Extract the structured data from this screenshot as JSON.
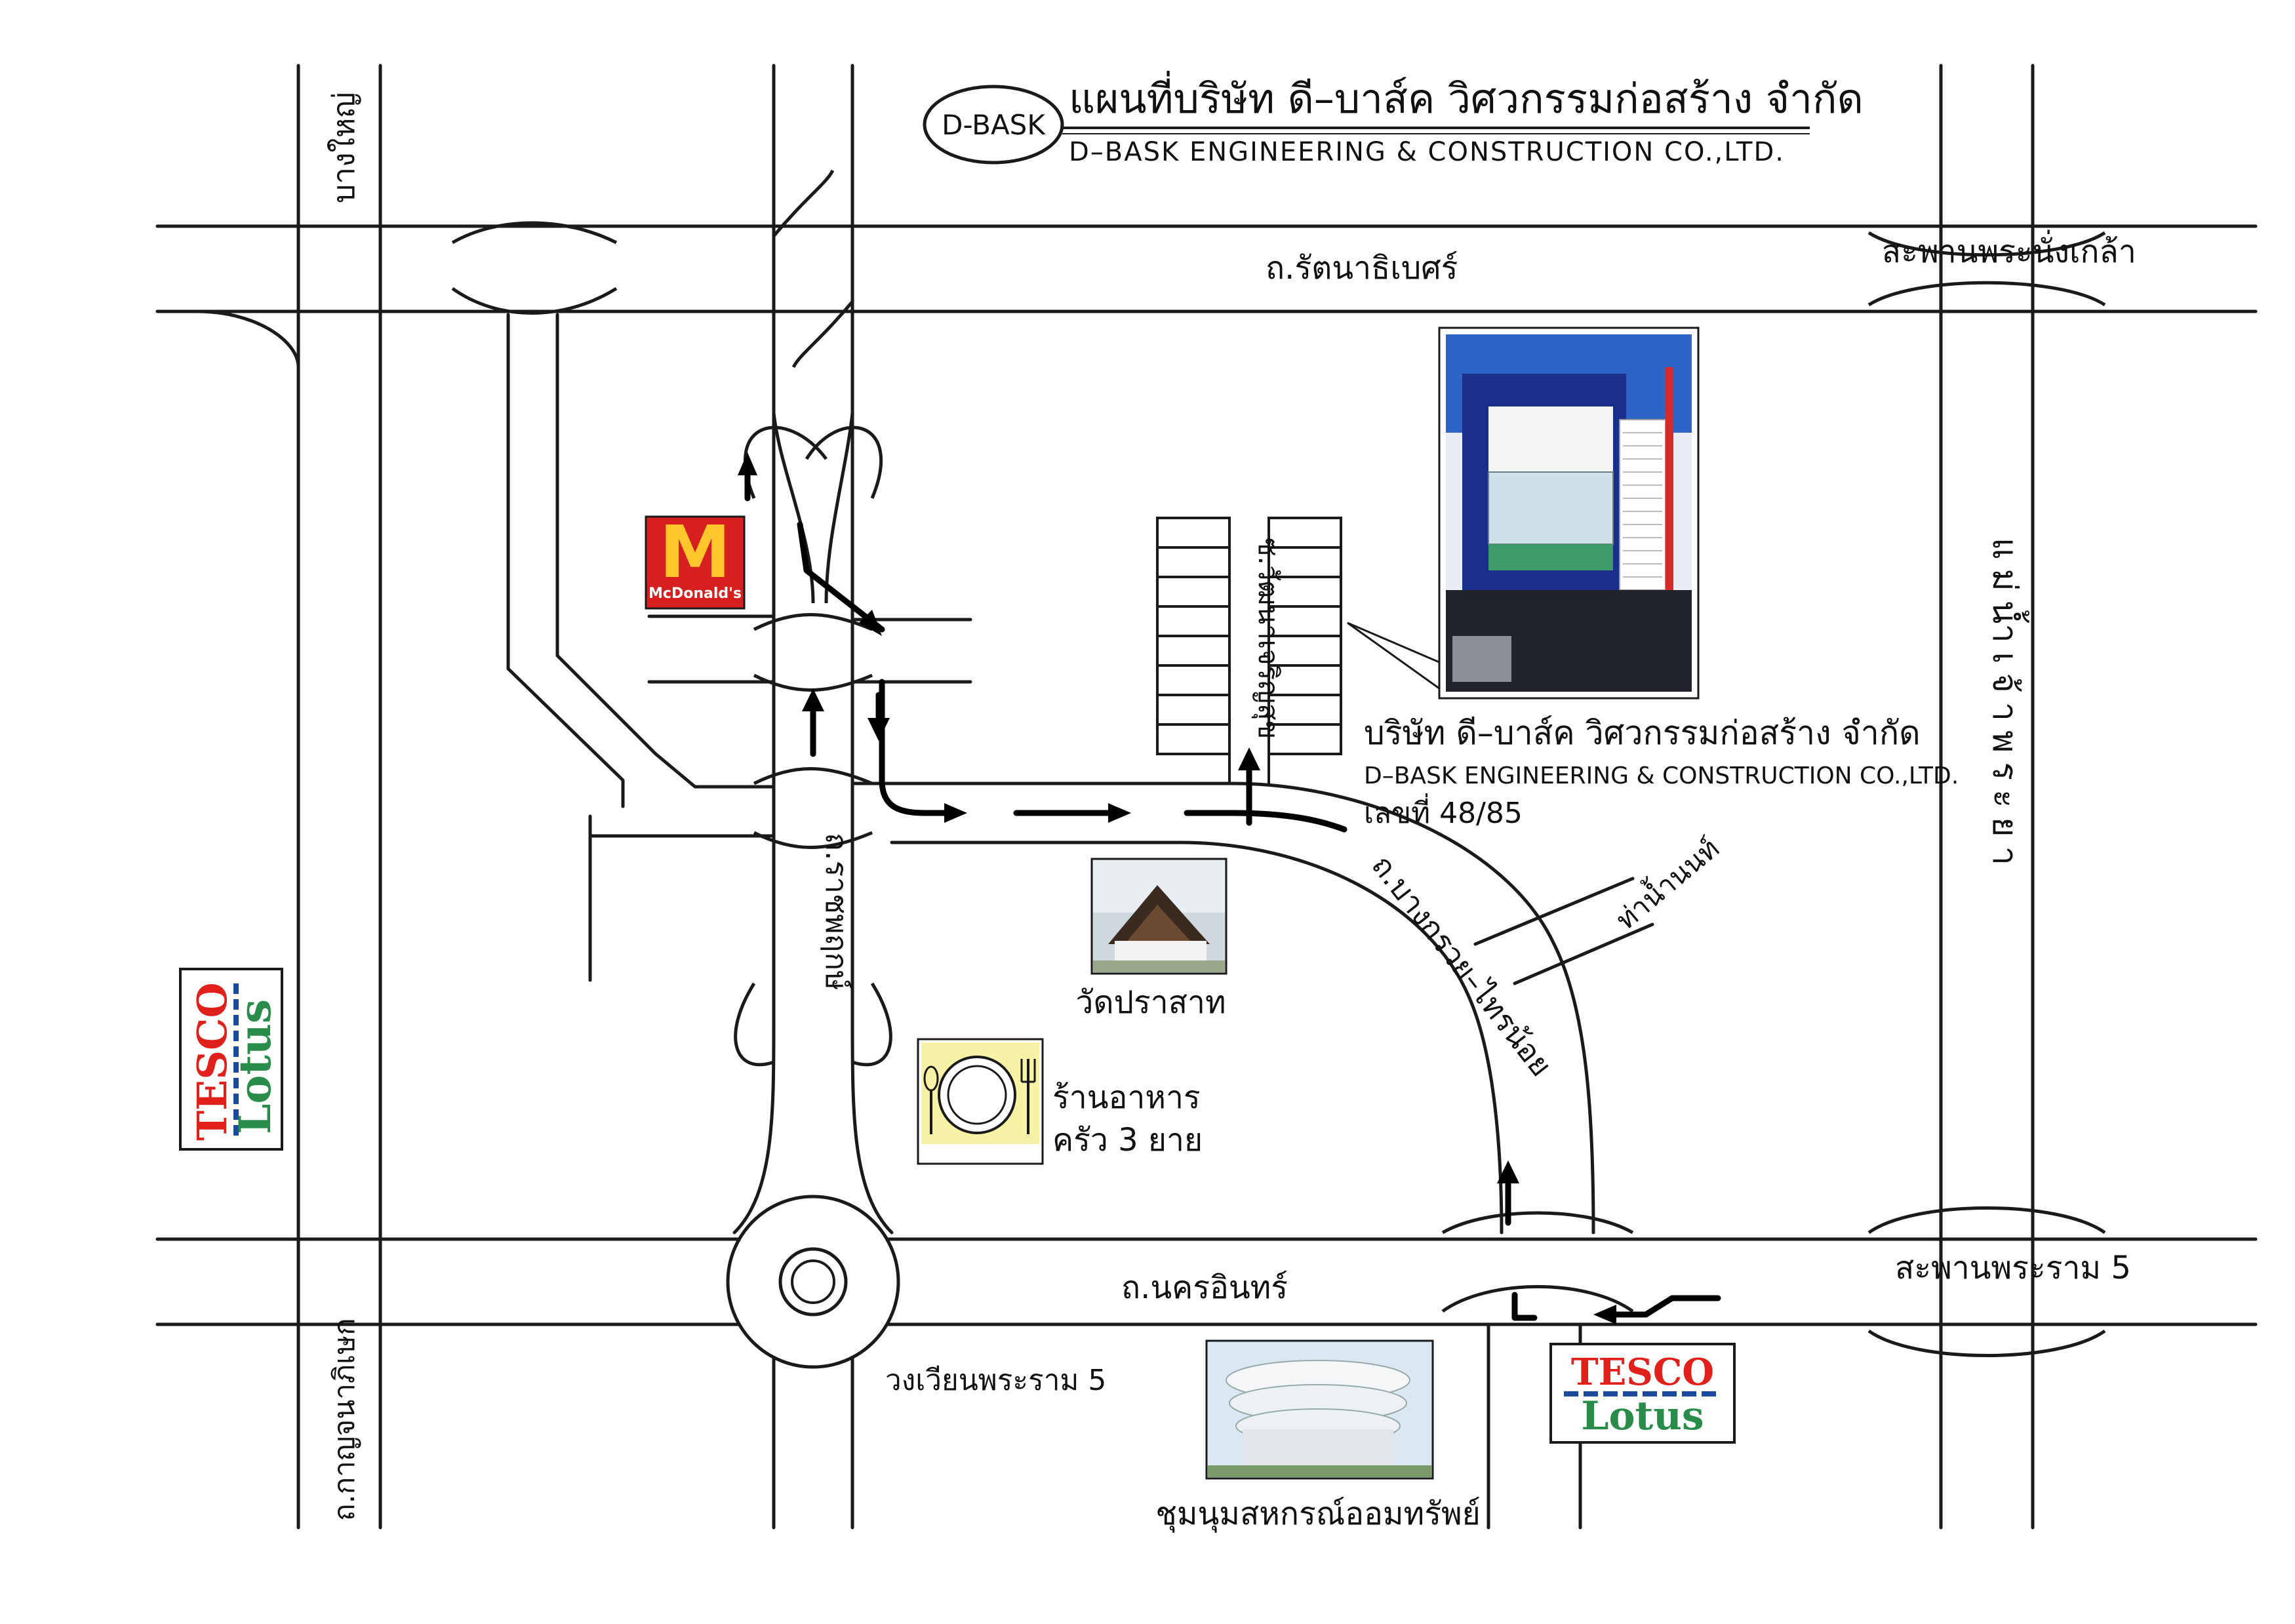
{
  "header": {
    "logo_text": "D-BASK",
    "title_th": "แผนที่บริษัท ดี–บาส์ค วิศวกรรมก่อสร้าง จำกัด",
    "title_en": "D–BASK ENGINEERING & CONSTRUCTION CO.,LTD."
  },
  "roads": {
    "rattanathibet": "ถ.รัตนาธิเบศร์",
    "nakhon_in": "ถ.นครอินทร์",
    "ratchaphruek": "ถ.ราชพฤกษ์",
    "bang_kruai_sai_noi": "ถ.บางกรวย–ไทรน้อย",
    "bang_yai": "บางใหญ่",
    "kanchanaphisek": "ถ.กาญจนาภิเษก",
    "chao_phraya_river": "แม่น้ำเจ้าพระยา",
    "soi_charoen": "ซ.วัฒนาเจริญสุข",
    "tha_nam_non": "ท่าน้ำนนท์"
  },
  "bridges": {
    "phra_nang_klao": "สะพานพระนั่งเกล้า",
    "rama_5": "สะพานพระราม 5"
  },
  "landmarks": {
    "wat_prasat": "วัดปราสาท",
    "restaurant_line1": "ร้านอาหาร",
    "restaurant_line2": "ครัว 3 ยาย",
    "roundabout": "วงเวียนพระราม 5",
    "cooperative": "ชุมนุมสหกรณ์ออมทรัพย์",
    "mcdonalds": "McDonald's",
    "mcdonalds_logo": "M",
    "tesco_1": "TESCO",
    "tesco_2": "Lotus"
  },
  "company": {
    "name_th": "บริษัท ดี–บาส์ค วิศวกรรมก่อสร้าง จำกัด",
    "name_en": "D–BASK ENGINEERING & CONSTRUCTION CO.,LTD.",
    "address": "เลขที่ 48/85"
  },
  "colors": {
    "mcd_red": "#d6201f",
    "mcd_yellow": "#ffc72c",
    "tesco_red": "#e0201b",
    "tesco_blue": "#1b4a9c",
    "lotus_green": "#2a8c4a",
    "plate_bg": "#f8f2a6"
  },
  "icons": [
    "route-arrow-icon",
    "plate-fork-spoon-icon",
    "mcdonalds-logo",
    "tesco-lotus-logo"
  ]
}
